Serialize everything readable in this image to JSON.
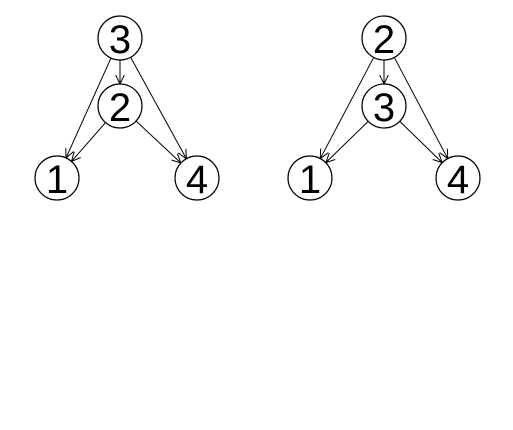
{
  "graphs": [
    {
      "nodes": [
        {
          "id": "top",
          "label": "3"
        },
        {
          "id": "middle",
          "label": "2"
        },
        {
          "id": "left",
          "label": "1"
        },
        {
          "id": "right",
          "label": "4"
        }
      ],
      "edges": [
        {
          "from": "top",
          "to": "middle"
        },
        {
          "from": "top",
          "to": "left"
        },
        {
          "from": "top",
          "to": "right"
        },
        {
          "from": "middle",
          "to": "left"
        },
        {
          "from": "middle",
          "to": "right"
        }
      ]
    },
    {
      "nodes": [
        {
          "id": "top",
          "label": "2"
        },
        {
          "id": "middle",
          "label": "3"
        },
        {
          "id": "left",
          "label": "1"
        },
        {
          "id": "right",
          "label": "4"
        }
      ],
      "edges": [
        {
          "from": "top",
          "to": "middle"
        },
        {
          "from": "top",
          "to": "left"
        },
        {
          "from": "top",
          "to": "right"
        },
        {
          "from": "middle",
          "to": "left"
        },
        {
          "from": "middle",
          "to": "right"
        }
      ]
    }
  ]
}
